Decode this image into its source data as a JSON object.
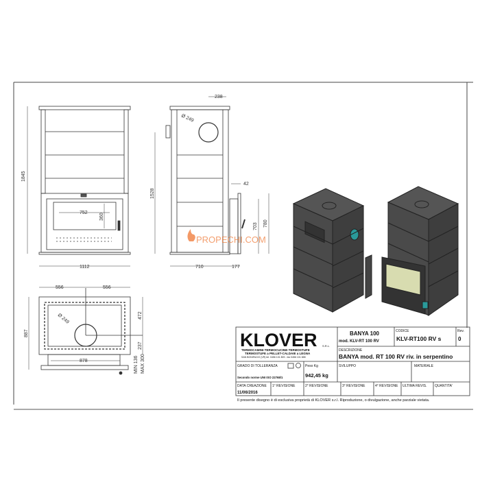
{
  "drawing": {
    "front_view": {
      "height_dim": "1845",
      "width_dim": "1112",
      "glass_width": "752",
      "glass_height": "360"
    },
    "side_view": {
      "flue_offset": "238",
      "flue_diameter": "Ø 249",
      "flue_height": "1528",
      "depth": "710",
      "door_depth": "177",
      "door_thickness": "42",
      "door_h1": "703",
      "door_h2": "780"
    },
    "top_view": {
      "half_width_left": "556",
      "half_width_right": "556",
      "depth": "887",
      "flue_diameter": "Ø 249",
      "front_offset": "472",
      "rear_offset": "237",
      "base_width": "878",
      "min_label": "MIN 136",
      "max_label": "MAX 300"
    },
    "watermark": "PROPECHI.COM"
  },
  "title_block": {
    "logo": "KLOVER",
    "logo_suffix": "S.R.L.",
    "tagline1": "TERMOCAMINI-TERMOCUCINE-TERMOSTUFE",
    "tagline2": "TERMOSTUFE a PELLET-CALDAIE a LEGNA",
    "address": "SAN BONIFACIO (VR) tel. 0456 101 809 - fax 0456 101 658",
    "product": "BANYA 100",
    "model": "mod. KLV-RT 100 RV",
    "codice_label": "CODICE",
    "codice": "KLV-RT100 RV s",
    "rev_label": "Rev.",
    "rev": "0",
    "descrizione_label": "DESCRIZIONE",
    "descrizione": "BANYA mod. RT 100 RV riv. in serpentino",
    "tolleranza_label": "GRADO DI TOLLERANZA",
    "tolleranza": "Secondo norme UNI ISO 22768/1",
    "peso_label": "Peso Kg",
    "peso": "942,45 kg",
    "sviluppo_label": "SVILUPPO",
    "materiale_label": "MATERIALE",
    "data_label": "DATA CREAZIONE",
    "data": "11/06/2016",
    "rev1": "1° REVISIONE",
    "rev2": "2° REVISIONE",
    "rev3": "3° REVISIONE",
    "rev4": "4° REVISIONE",
    "ultima": "ULTIMA REVIS.",
    "quantita": "QUANTITA'",
    "disclaimer": "Il presente disegno è di esclusiva proprietà di KLOVER s.r.l. Riproduzione, o divulgazione, anche parziale vietata."
  },
  "colors": {
    "line": "#333333",
    "render_body": "#4a4a4a",
    "render_glass": "#2a9a9a",
    "watermark": "#f08040"
  }
}
